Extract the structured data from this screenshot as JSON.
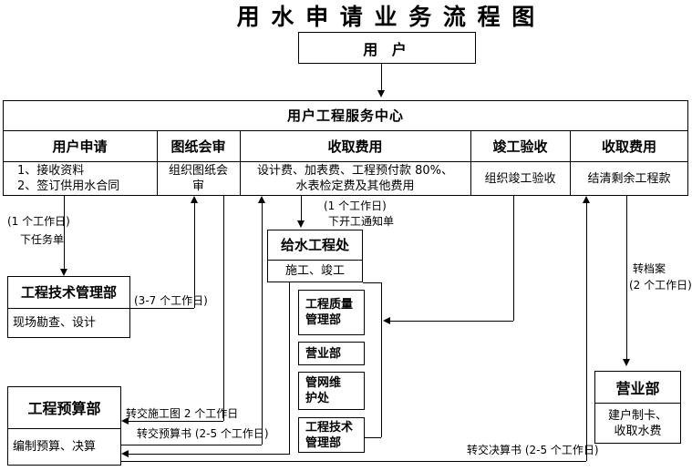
{
  "page": {
    "title": "用 水 申 请 业 务 流 程 图"
  },
  "nodes": {
    "user": {
      "label": "用  户"
    },
    "service_center": {
      "title": "用户工程服务中心"
    },
    "columns": [
      {
        "header": "用户申请",
        "detail": "1、接收资料\n2、签订供用水合同"
      },
      {
        "header": "图纸会审",
        "detail": "组织图纸会\n审"
      },
      {
        "header": "收取费用",
        "detail": "设计费、加表费、工程预付款 80%、\n水表检定费及其他费用"
      },
      {
        "header": "竣工验收",
        "detail": "组织竣工验收"
      },
      {
        "header": "收取费用",
        "detail": "结清剩余工程款"
      }
    ],
    "tech_dept": {
      "title": "工程技术管理部",
      "detail": "现场勘查、设计"
    },
    "water_office": {
      "title": "给水工程处",
      "detail": "施工、竣工"
    },
    "sub_depts": [
      "工程质量\n管理部",
      "营业部",
      "管网维\n护处",
      "工程技术\n管理部"
    ],
    "budget_dept": {
      "title": "工程预算部",
      "detail": "编制预算、决算"
    },
    "business_dept": {
      "title": "营业部",
      "detail": "建户制卡、\n收取水费"
    }
  },
  "labels": {
    "task_days": "(1 个工作日)",
    "task_order": "下任务单",
    "review_days": "(3-7 个工作日)",
    "start_days": "(1 个工作日)",
    "start_notice": "下开工通知单",
    "construction_drawing": "转交施工图 2 个工作日",
    "budget_book": "转交预算书 (2-5 个工作日)",
    "final_account_book": "转交决算书 (2-5 个工作日)",
    "archive": "转档案",
    "archive_days": "(2 个工作日)"
  },
  "colors": {
    "line": "#000000",
    "background": "#ffffff"
  }
}
